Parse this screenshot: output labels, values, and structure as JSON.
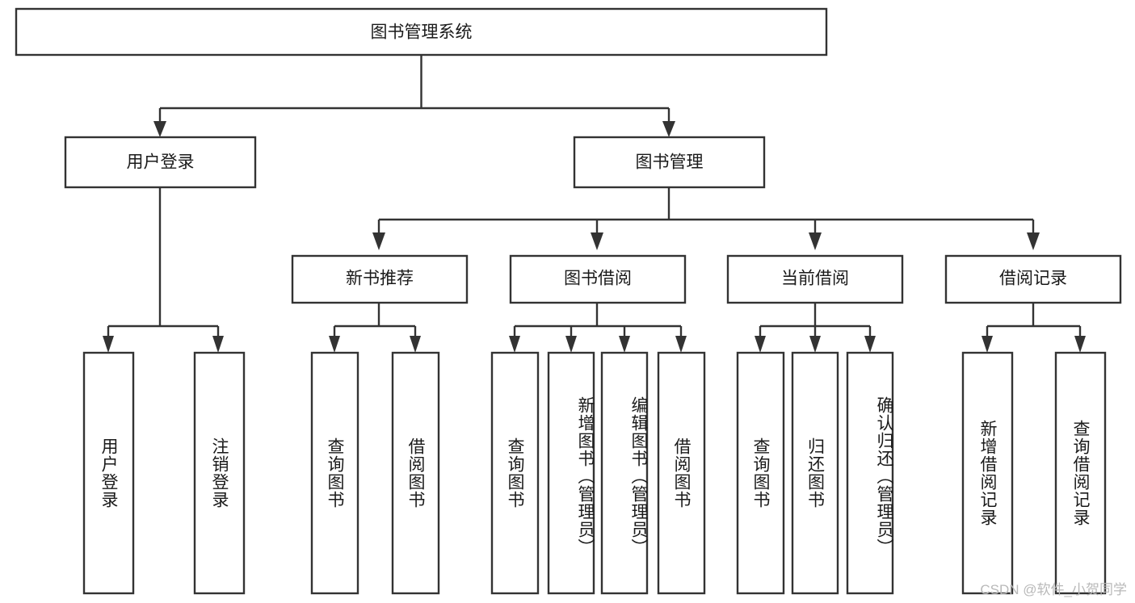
{
  "diagram": {
    "type": "tree-hierarchy-chart",
    "title": "图书管理系统",
    "watermark": "CSDN @软件_小贺同学",
    "colors": {
      "stroke": "#333333",
      "fill": "#ffffff",
      "text": "#1a1a1a",
      "watermark": "#b9b9b9",
      "background": "#ffffff"
    },
    "levels": {
      "root": {
        "label": "图书管理系统"
      },
      "level1": [
        {
          "label": "用户登录"
        },
        {
          "label": "图书管理"
        }
      ],
      "level2": [
        {
          "label": "新书推荐"
        },
        {
          "label": "图书借阅"
        },
        {
          "label": "当前借阅"
        },
        {
          "label": "借阅记录"
        }
      ],
      "leaves": [
        {
          "label": "用户登录",
          "parent": "用户登录"
        },
        {
          "label": "注销登录",
          "parent": "用户登录"
        },
        {
          "label": "查询图书",
          "parent": "新书推荐"
        },
        {
          "label": "借阅图书",
          "parent": "新书推荐"
        },
        {
          "label": "查询图书",
          "parent": "图书借阅"
        },
        {
          "label": "新增图书（管理员）",
          "parent": "图书借阅"
        },
        {
          "label": "编辑图书（管理员）",
          "parent": "图书借阅"
        },
        {
          "label": "借阅图书",
          "parent": "图书借阅"
        },
        {
          "label": "查询图书",
          "parent": "当前借阅"
        },
        {
          "label": "归还图书",
          "parent": "当前借阅"
        },
        {
          "label": "确认归还（管理员）",
          "parent": "当前借阅"
        },
        {
          "label": "新增借阅记录",
          "parent": "借阅记录"
        },
        {
          "label": "查询借阅记录",
          "parent": "借阅记录"
        }
      ]
    }
  }
}
